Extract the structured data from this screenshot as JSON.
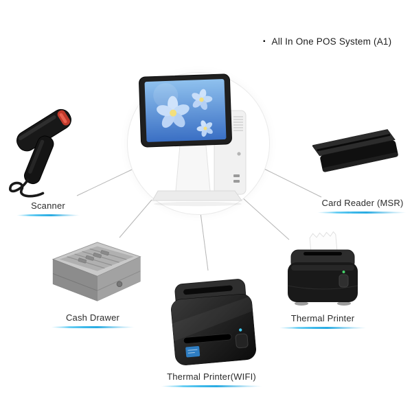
{
  "header": {
    "bullet": "▪",
    "title": "All In One POS System (A1)"
  },
  "peripherals": {
    "scanner": {
      "label": "Scanner"
    },
    "card_reader": {
      "label": "Card Reader (MSR)"
    },
    "cash_drawer": {
      "label": "Cash Drawer"
    },
    "thermal_printer_wifi": {
      "label": "Thermal Printer(WIFI)"
    },
    "thermal_printer": {
      "label": "Thermal Printer"
    }
  },
  "icons": {
    "pos_terminal": "all-in-one-touchscreen-terminal",
    "scanner": "handheld-barcode-scanner",
    "card_reader": "magnetic-stripe-reader",
    "cash_drawer": "open-cash-drawer",
    "thermal_printer_wifi": "receipt-printer-wifi",
    "thermal_printer": "receipt-printer-with-paper"
  },
  "colors": {
    "accent_blue": "#29abe2",
    "connector_gray": "#b5b5b5"
  }
}
